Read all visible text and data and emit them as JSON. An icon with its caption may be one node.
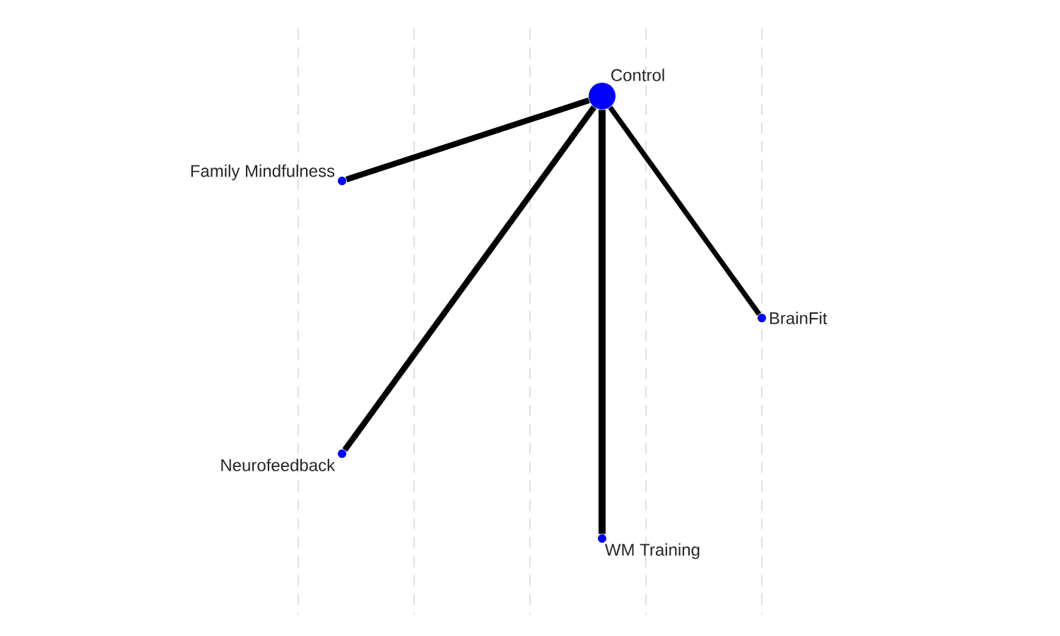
{
  "diagram": {
    "nodes": [
      {
        "text": [],
        "shape": "circle",
        "beside": [
          "Control"
        ]
      },
      {
        "text": [],
        "shape": "circle",
        "beside": [
          "Family Mindfulness"
        ]
      },
      {
        "text": [],
        "shape": "circle",
        "beside": [
          "BrainFit"
        ]
      },
      {
        "text": [],
        "shape": "circle",
        "beside": [
          "Neurofeedback"
        ]
      },
      {
        "text": [],
        "shape": "circle",
        "beside": [
          "WM Training"
        ]
      }
    ],
    "edges": [
      {
        "from": 0,
        "to": 1,
        "arrow": "none"
      },
      {
        "from": 0,
        "to": 2,
        "arrow": "none"
      },
      {
        "from": 0,
        "to": 3,
        "arrow": "none"
      },
      {
        "from": 0,
        "to": 4,
        "arrow": "none"
      }
    ]
  }
}
